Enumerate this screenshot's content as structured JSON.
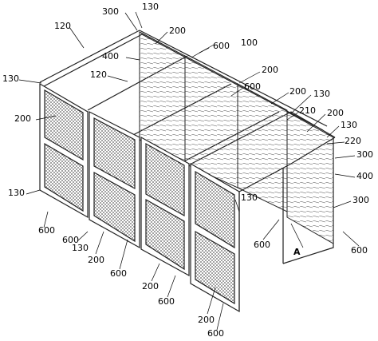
{
  "figure": {
    "labels": {
      "l130_top": "130",
      "l300_top": "300",
      "l120_top": "120",
      "l200_a": "200",
      "l100": "100",
      "l600_a": "600",
      "l400_top": "400",
      "l130_left": "130",
      "l120_mid": "120",
      "l200_b": "200",
      "l600_b": "600",
      "l200_c": "200",
      "l130_right": "130",
      "l200_left": "200",
      "l200_d": "200",
      "l210": "210",
      "l130_r2": "130",
      "l220": "220",
      "l300_r": "300",
      "l400_r": "400",
      "l300_r2": "300",
      "l130_l2": "130",
      "l600_l": "600",
      "l130_bot": "130",
      "l600_c": "600",
      "l200_e": "200",
      "l600_d": "600",
      "l600_e": "600",
      "lA": "A",
      "l600_f": "600",
      "l200_f": "200",
      "l600_g": "600",
      "l130_mid": "130",
      "l200_g": "200",
      "l600_h": "600"
    }
  }
}
